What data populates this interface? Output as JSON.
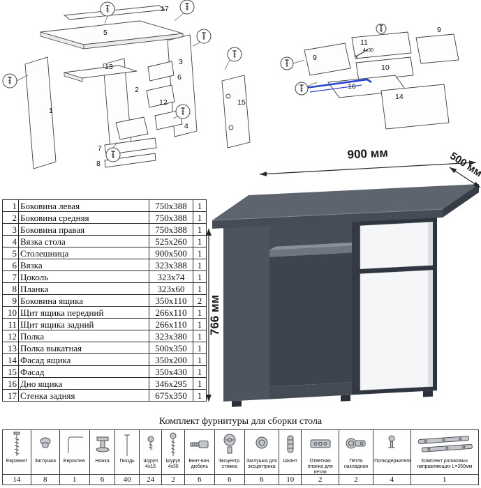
{
  "exploded": {
    "labels": [
      "17",
      "5",
      "3",
      "1",
      "13",
      "2",
      "12",
      "6",
      "4",
      "15",
      "7",
      "8"
    ]
  },
  "drawer": {
    "labels": [
      "9",
      "11",
      "9",
      "10",
      "16",
      "14"
    ],
    "note": "4х30"
  },
  "desk": {
    "dims": {
      "width": "900 мм",
      "depth": "500 мм",
      "height": "766 мм"
    }
  },
  "parts_table": {
    "rows": [
      {
        "num": "1",
        "name": "Боковина левая",
        "size": "750х388",
        "qty": "1"
      },
      {
        "num": "2",
        "name": "Боковина средняя",
        "size": "750х388",
        "qty": "1"
      },
      {
        "num": "3",
        "name": "Боковина правая",
        "size": "750х388",
        "qty": "1"
      },
      {
        "num": "4",
        "name": "Вязка стола",
        "size": "525х260",
        "qty": "1"
      },
      {
        "num": "5",
        "name": "Столешница",
        "size": "900х500",
        "qty": "1"
      },
      {
        "num": "6",
        "name": "Вязка",
        "size": "323х388",
        "qty": "1"
      },
      {
        "num": "7",
        "name": "Цоколь",
        "size": "323х74",
        "qty": "1"
      },
      {
        "num": "8",
        "name": "Планка",
        "size": "323х60",
        "qty": "1"
      },
      {
        "num": "9",
        "name": "Боковина ящика",
        "size": "350х110",
        "qty": "2"
      },
      {
        "num": "10",
        "name": "Щит ящика передний",
        "size": "266х110",
        "qty": "1"
      },
      {
        "num": "11",
        "name": "Щит ящика задний",
        "size": "266х110",
        "qty": "1"
      },
      {
        "num": "12",
        "name": "Полка",
        "size": "323х380",
        "qty": "1"
      },
      {
        "num": "13",
        "name": "Полка выкатная",
        "size": "500х350",
        "qty": "1"
      },
      {
        "num": "14",
        "name": "Фасад ящика",
        "size": "350х200",
        "qty": "1"
      },
      {
        "num": "15",
        "name": "Фасад",
        "size": "350х430",
        "qty": "1"
      },
      {
        "num": "16",
        "name": "Дно ящика",
        "size": "346х295",
        "qty": "1"
      },
      {
        "num": "17",
        "name": "Стенка задняя",
        "size": "675х350",
        "qty": "1"
      }
    ]
  },
  "hardware": {
    "title": "Комплект фурнитуры для сборки стола",
    "items": [
      {
        "label": "Евровинт",
        "qty": "14",
        "icon": "euro-screw"
      },
      {
        "label": "Заглушка",
        "qty": "8",
        "icon": "cap-plug"
      },
      {
        "label": "Евроключ",
        "qty": "1",
        "icon": "hex-key"
      },
      {
        "label": "Ножка",
        "qty": "6",
        "icon": "furniture-leg"
      },
      {
        "label": "Гвоздь",
        "qty": "40",
        "icon": "nail"
      },
      {
        "label": "Шуруп 4х16",
        "qty": "24",
        "icon": "screw-4x16"
      },
      {
        "label": "Шуруп 4х30",
        "qty": "2",
        "icon": "screw-4x30"
      },
      {
        "label": "Винт-вин. дюбель",
        "qty": "6",
        "icon": "stud-dowel"
      },
      {
        "label": "Эксцентр. стяжка",
        "qty": "6",
        "icon": "eccentric-cam"
      },
      {
        "label": "Заглушка для эксцентрика",
        "qty": "6",
        "icon": "eccentric-cap"
      },
      {
        "label": "Шкант",
        "qty": "10",
        "icon": "wood-dowel"
      },
      {
        "label": "Ответная планка для петли",
        "qty": "2",
        "icon": "hinge-plate"
      },
      {
        "label": "Петля накладная",
        "qty": "2",
        "icon": "overlay-hinge"
      },
      {
        "label": "Полкодержатель",
        "qty": "4",
        "icon": "shelf-pin"
      },
      {
        "label": "Комплект роликовых направляющих L=350мм",
        "qty": "1",
        "icon": "roller-guides"
      }
    ]
  }
}
